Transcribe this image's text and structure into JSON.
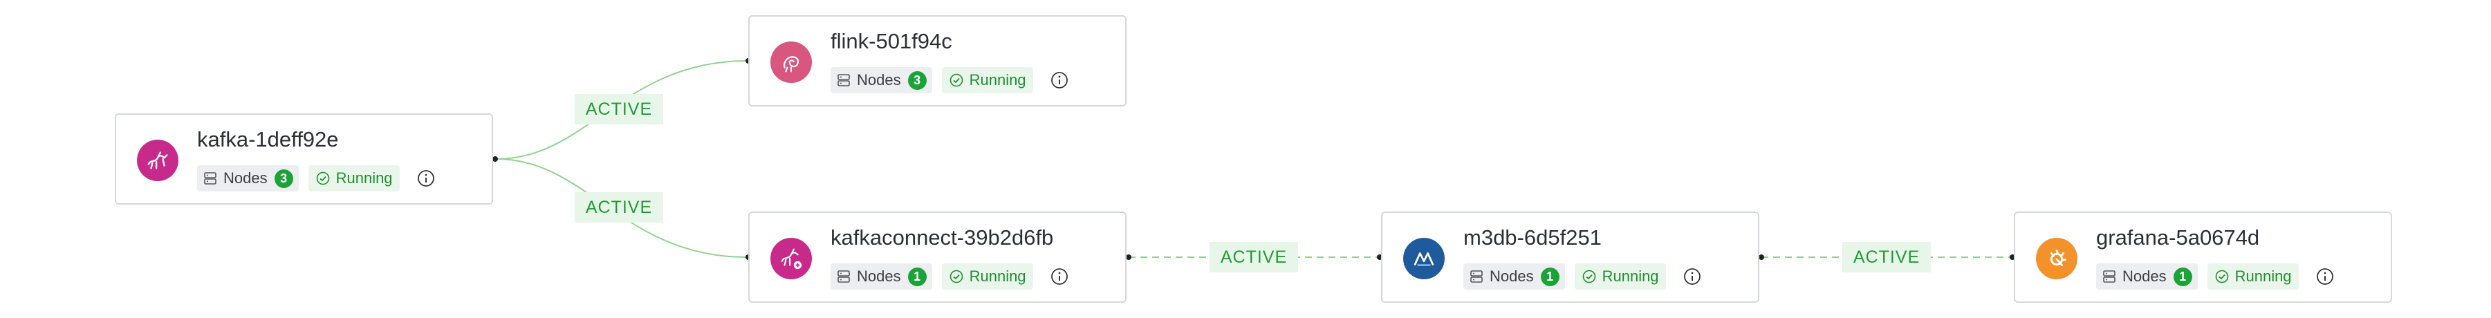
{
  "nodes": [
    {
      "id": "kafka",
      "title": "kafka-1deff92e",
      "nodes_label": "Nodes",
      "nodes_count": "3",
      "status": "Running",
      "icon": "kafka-icon",
      "color": "#c72a8a"
    },
    {
      "id": "flink",
      "title": "flink-501f94c",
      "nodes_label": "Nodes",
      "nodes_count": "3",
      "status": "Running",
      "icon": "flink-icon",
      "color": "#d9577f"
    },
    {
      "id": "kafkaconnect",
      "title": "kafkaconnect-39b2d6fb",
      "nodes_label": "Nodes",
      "nodes_count": "1",
      "status": "Running",
      "icon": "kafkaconnect-icon",
      "color": "#c72a8a"
    },
    {
      "id": "m3db",
      "title": "m3db-6d5f251",
      "nodes_label": "Nodes",
      "nodes_count": "1",
      "status": "Running",
      "icon": "m3db-icon",
      "color": "#1f5b9c"
    },
    {
      "id": "grafana",
      "title": "grafana-5a0674d",
      "nodes_label": "Nodes",
      "nodes_count": "1",
      "status": "Running",
      "icon": "grafana-icon",
      "color": "#f3922a"
    }
  ],
  "edges": [
    {
      "from": "kafka",
      "to": "flink",
      "label": "ACTIVE",
      "style": "solid"
    },
    {
      "from": "kafka",
      "to": "kafkaconnect",
      "label": "ACTIVE",
      "style": "solid"
    },
    {
      "from": "kafkaconnect",
      "to": "m3db",
      "label": "ACTIVE",
      "style": "dashed"
    },
    {
      "from": "m3db",
      "to": "grafana",
      "label": "ACTIVE",
      "style": "dashed"
    }
  ],
  "colors": {
    "edge": "#8fd48f",
    "status_green": "#1e8f30",
    "count_badge": "#1aa337"
  }
}
